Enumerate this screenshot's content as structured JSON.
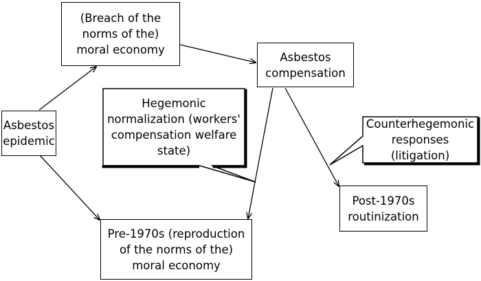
{
  "nodes": {
    "moral_economy_breach": "(Breach of the\nnorms of the)\nmoral economy",
    "asbestos_compensation": "Asbestos\ncompensation",
    "asbestos_epidemic": "Asbestos\nepidemic",
    "pre_1970s": "Pre-1970s (reproduction\nof the norms of the)\nmoral economy",
    "post_1970s": "Post-1970s\nroutinization"
  },
  "callouts": {
    "hegemonic": "Hegemonic\nnormalization (workers'\ncompensation welfare\nstate)",
    "counterhegemonic": "Counterhegemonic\nresponses\n(litigation)"
  },
  "colors": {
    "stroke": "#000000",
    "fill": "#ffffff"
  }
}
